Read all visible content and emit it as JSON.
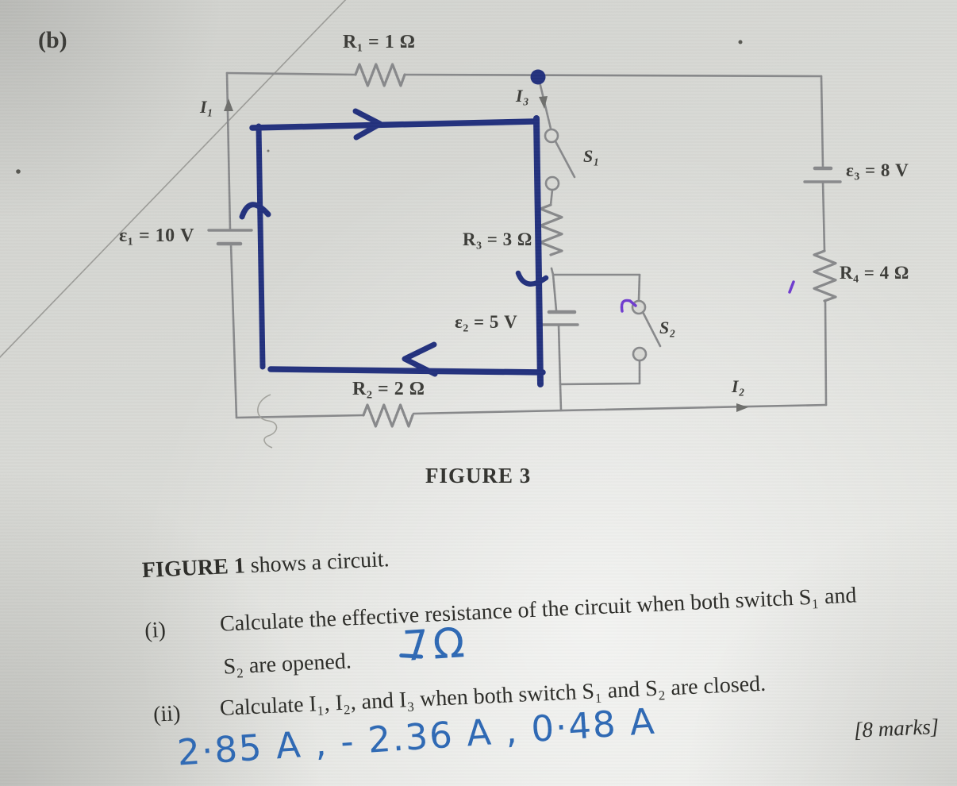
{
  "part_label": "(b)",
  "figure": {
    "caption": "FIGURE 3",
    "components": {
      "r1": {
        "label": "R₁ = 1 Ω"
      },
      "r2": {
        "label": "R₂ = 2 Ω"
      },
      "r3": {
        "label": "R₃ = 3 Ω"
      },
      "r4": {
        "label": "R₄ = 4 Ω"
      },
      "emf1": {
        "label": "ε₁ = 10 V"
      },
      "emf2": {
        "label": "ε₂ = 5 V"
      },
      "emf3": {
        "label": "ε₃ = 8 V"
      },
      "switch1": {
        "label": "S₁",
        "state": "open"
      },
      "switch2": {
        "label": "S₂",
        "state": "open"
      },
      "current1": {
        "label": "I₁"
      },
      "current2": {
        "label": "I₂"
      },
      "current3": {
        "label": "I₃"
      }
    }
  },
  "questions": {
    "intro_bold": "FIGURE 1",
    "intro_rest": " shows a circuit.",
    "part_i": {
      "number": "(i)",
      "text_line1": "Calculate the effective resistance of the circuit when both switch S₁ and",
      "text_line2": "S₂ are opened.",
      "handwritten_answer": "7Ω"
    },
    "part_ii": {
      "number": "(ii)",
      "text": "Calculate I₁, I₂, and I₃ when both switch S₁ and S₂ are closed.",
      "handwritten_answer": "2·85 A ,  - 2.36 A ,  0·48 A",
      "marks": "[8 marks]"
    }
  },
  "colors": {
    "paper": "#d8d9d5",
    "wire_gray": "#87888a",
    "printed_ink": "#3b3b37",
    "marker_blue": "#22307d",
    "pen_blue": "#2d68b4",
    "pen_purple": "#6f3bcf"
  }
}
